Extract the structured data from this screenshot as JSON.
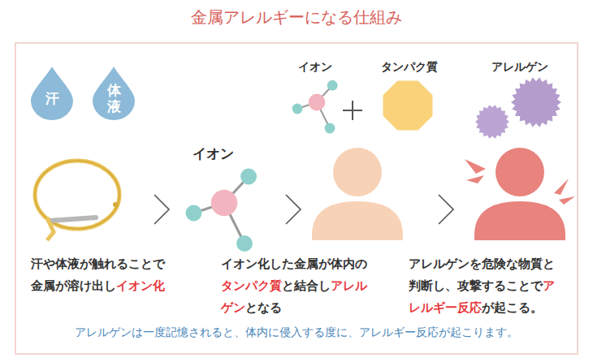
{
  "diagram": {
    "title": "金属アレルギーになる仕組み",
    "caption": "アレルゲンは一度記憶されると、体内に侵入する度に、アレルギー反応が起こります。",
    "nodes": [
      {
        "text": [
          "汗"
        ]
      },
      {
        "text": [
          "体液"
        ]
      }
    ],
    "labels": [
      "イオン",
      "タンパク質",
      "アレルゲン",
      "イオン",
      "汗や体液が触れることで金属が溶け出し",
      "イオン化",
      "イオン化した金属が体内の",
      "タンパク質",
      "と結合し",
      "アレルゲン",
      "となる",
      "アレルゲンを危険な物質と判断し、攻撃することで",
      "アレルギー反応",
      "が起こる。"
    ]
  }
}
